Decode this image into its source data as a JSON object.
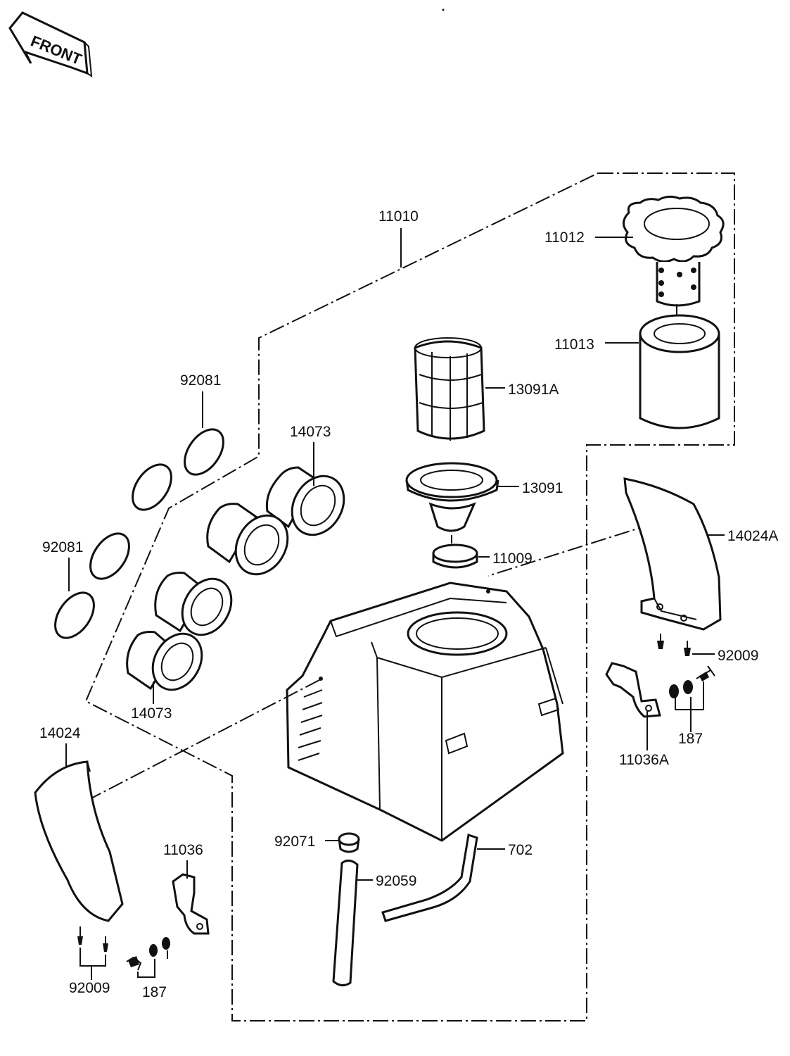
{
  "front_badge": "FRONT",
  "labels": {
    "assembly": "11010",
    "element_cap": "11012",
    "element": "11013",
    "screen_a": "13091A",
    "screen": "13091",
    "cap_small": "11009",
    "ring_upper": "92081",
    "ring_lower": "92081",
    "duct_upper": "14073",
    "duct_lower": "14073",
    "cover_right": "14024A",
    "bolt_right": "92009",
    "bracket_right": "11036A",
    "nut_right": "187",
    "cover_left": "14024",
    "bracket_left": "11036",
    "bolt_left": "92009",
    "nut_left": "187",
    "plug": "92071",
    "drain_tube": "92059",
    "hose": "702"
  }
}
